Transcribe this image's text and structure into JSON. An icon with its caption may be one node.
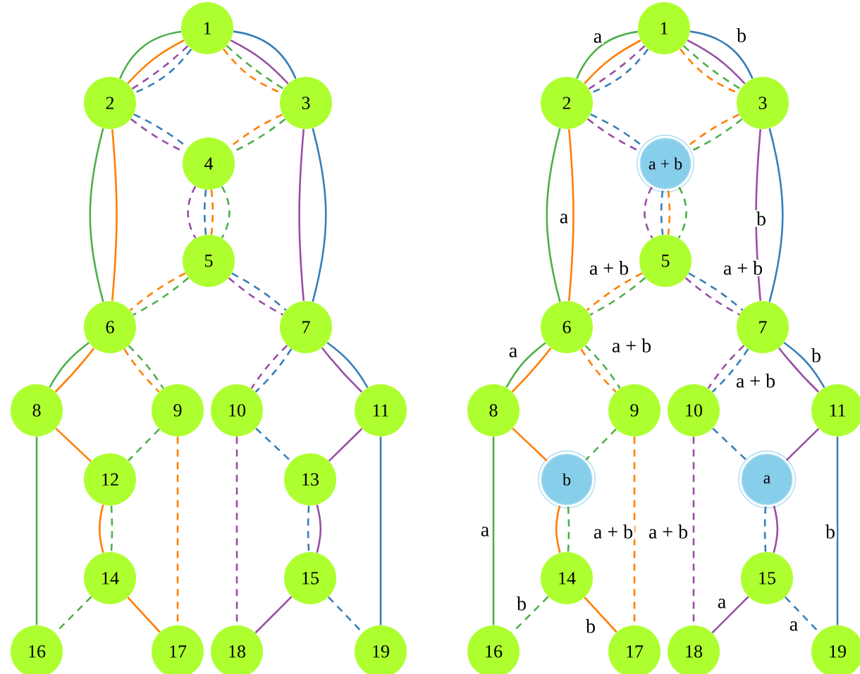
{
  "diagram": {
    "nodes": [
      {
        "text": [
          "1"
        ]
      },
      {
        "text": [
          "2"
        ]
      },
      {
        "text": [
          "3"
        ]
      },
      {
        "text": [
          "4"
        ]
      },
      {
        "text": [
          "5"
        ]
      },
      {
        "text": [
          "6"
        ]
      },
      {
        "text": [
          "7"
        ]
      },
      {
        "text": [
          "8"
        ]
      },
      {
        "text": [
          "9"
        ]
      },
      {
        "text": [
          "10"
        ]
      },
      {
        "text": [
          "11"
        ]
      },
      {
        "text": [
          "12"
        ]
      },
      {
        "text": [
          "13"
        ]
      },
      {
        "text": [
          "14"
        ]
      },
      {
        "text": [
          "15"
        ]
      },
      {
        "text": [
          "16"
        ]
      },
      {
        "text": [
          "17"
        ]
      },
      {
        "text": [
          "18"
        ]
      },
      {
        "text": [
          "19"
        ]
      },
      {
        "text": [
          "1"
        ]
      },
      {
        "text": [
          "2"
        ]
      },
      {
        "text": [
          "3"
        ]
      },
      {
        "text": [
          "a + b"
        ]
      },
      {
        "text": [
          "5"
        ]
      },
      {
        "text": [
          "6"
        ]
      },
      {
        "text": [
          "7"
        ]
      },
      {
        "text": [
          "8"
        ]
      },
      {
        "text": [
          "9"
        ]
      },
      {
        "text": [
          "10"
        ]
      },
      {
        "text": [
          "11"
        ]
      },
      {
        "text": [
          "b"
        ]
      },
      {
        "text": [
          "a"
        ]
      },
      {
        "text": [
          "14"
        ]
      },
      {
        "text": [
          "15"
        ]
      },
      {
        "text": [
          "16"
        ]
      },
      {
        "text": [
          "17"
        ]
      },
      {
        "text": [
          "18"
        ]
      },
      {
        "text": [
          "19"
        ]
      }
    ],
    "edges": [
      {
        "from": 0,
        "to": 1,
        "arrow": "none",
        "color": "#4daf4a"
      },
      {
        "from": 0,
        "to": 1,
        "arrow": "none",
        "color": "#ff7f00"
      },
      {
        "from": 0,
        "to": 1,
        "arrow": "none",
        "color": "#984ea3",
        "style": "dashed"
      },
      {
        "from": 0,
        "to": 1,
        "arrow": "none",
        "color": "#377eb8",
        "style": "dashed"
      },
      {
        "from": 0,
        "to": 2,
        "arrow": "none",
        "color": "#377eb8"
      },
      {
        "from": 0,
        "to": 2,
        "arrow": "none",
        "color": "#984ea3"
      },
      {
        "from": 0,
        "to": 2,
        "arrow": "none",
        "color": "#4daf4a",
        "style": "dashed"
      },
      {
        "from": 0,
        "to": 2,
        "arrow": "none",
        "color": "#ff7f00",
        "style": "dashed"
      },
      {
        "from": 1,
        "to": 3,
        "arrow": "none",
        "color": "#377eb8",
        "style": "dashed"
      },
      {
        "from": 1,
        "to": 3,
        "arrow": "none",
        "color": "#984ea3",
        "style": "dashed"
      },
      {
        "from": 2,
        "to": 3,
        "arrow": "none",
        "color": "#ff7f00",
        "style": "dashed"
      },
      {
        "from": 2,
        "to": 3,
        "arrow": "none",
        "color": "#4daf4a",
        "style": "dashed"
      },
      {
        "from": 3,
        "to": 4,
        "arrow": "none",
        "color": "#984ea3",
        "style": "dashed"
      },
      {
        "from": 3,
        "to": 4,
        "arrow": "none",
        "color": "#377eb8",
        "style": "dashed"
      },
      {
        "from": 3,
        "to": 4,
        "arrow": "none",
        "color": "#ff7f00",
        "style": "dashed"
      },
      {
        "from": 3,
        "to": 4,
        "arrow": "none",
        "color": "#4daf4a",
        "style": "dashed"
      },
      {
        "from": 1,
        "to": 5,
        "arrow": "none",
        "color": "#4daf4a"
      },
      {
        "from": 1,
        "to": 5,
        "arrow": "none",
        "color": "#ff7f00"
      },
      {
        "from": 2,
        "to": 6,
        "arrow": "none",
        "color": "#984ea3"
      },
      {
        "from": 2,
        "to": 6,
        "arrow": "none",
        "color": "#377eb8"
      },
      {
        "from": 4,
        "to": 5,
        "arrow": "none",
        "color": "#ff7f00",
        "style": "dashed"
      },
      {
        "from": 4,
        "to": 5,
        "arrow": "none",
        "color": "#4daf4a",
        "style": "dashed"
      },
      {
        "from": 4,
        "to": 6,
        "arrow": "none",
        "color": "#377eb8",
        "style": "dashed"
      },
      {
        "from": 4,
        "to": 6,
        "arrow": "none",
        "color": "#984ea3",
        "style": "dashed"
      },
      {
        "from": 5,
        "to": 7,
        "arrow": "none",
        "color": "#4daf4a"
      },
      {
        "from": 5,
        "to": 7,
        "arrow": "none",
        "color": "#ff7f00"
      },
      {
        "from": 5,
        "to": 8,
        "arrow": "none",
        "color": "#4daf4a",
        "style": "dashed"
      },
      {
        "from": 5,
        "to": 8,
        "arrow": "none",
        "color": "#ff7f00",
        "style": "dashed"
      },
      {
        "from": 6,
        "to": 9,
        "arrow": "none",
        "color": "#984ea3",
        "style": "dashed"
      },
      {
        "from": 6,
        "to": 9,
        "arrow": "none",
        "color": "#377eb8",
        "style": "dashed"
      },
      {
        "from": 6,
        "to": 10,
        "arrow": "none",
        "color": "#377eb8"
      },
      {
        "from": 6,
        "to": 10,
        "arrow": "none",
        "color": "#984ea3"
      },
      {
        "from": 7,
        "to": 11,
        "arrow": "none",
        "color": "#ff7f00"
      },
      {
        "from": 7,
        "to": 15,
        "arrow": "none",
        "color": "#4daf4a"
      },
      {
        "from": 8,
        "to": 11,
        "arrow": "none",
        "color": "#4daf4a",
        "style": "dashed"
      },
      {
        "from": 8,
        "to": 16,
        "arrow": "none",
        "color": "#ff7f00",
        "style": "dashed"
      },
      {
        "from": 9,
        "to": 12,
        "arrow": "none",
        "color": "#377eb8",
        "style": "dashed"
      },
      {
        "from": 9,
        "to": 17,
        "arrow": "none",
        "color": "#984ea3",
        "style": "dashed"
      },
      {
        "from": 10,
        "to": 12,
        "arrow": "none",
        "color": "#984ea3"
      },
      {
        "from": 10,
        "to": 18,
        "arrow": "none",
        "color": "#377eb8"
      },
      {
        "from": 11,
        "to": 13,
        "arrow": "none",
        "color": "#ff7f00"
      },
      {
        "from": 11,
        "to": 13,
        "arrow": "none",
        "color": "#4daf4a",
        "style": "dashed"
      },
      {
        "from": 12,
        "to": 14,
        "arrow": "none",
        "color": "#377eb8",
        "style": "dashed"
      },
      {
        "from": 12,
        "to": 14,
        "arrow": "none",
        "color": "#984ea3"
      },
      {
        "from": 13,
        "to": 15,
        "arrow": "none",
        "color": "#4daf4a",
        "style": "dashed"
      },
      {
        "from": 13,
        "to": 16,
        "arrow": "none",
        "color": "#ff7f00"
      },
      {
        "from": 14,
        "to": 17,
        "arrow": "none",
        "color": "#984ea3"
      },
      {
        "from": 14,
        "to": 18,
        "arrow": "none",
        "color": "#377eb8",
        "style": "dashed"
      },
      {
        "from": 19,
        "to": 20,
        "arrow": "none",
        "color": "#4daf4a",
        "label": "a"
      },
      {
        "from": 19,
        "to": 20,
        "arrow": "none",
        "color": "#ff7f00"
      },
      {
        "from": 19,
        "to": 20,
        "arrow": "none",
        "color": "#984ea3",
        "style": "dashed"
      },
      {
        "from": 19,
        "to": 20,
        "arrow": "none",
        "color": "#377eb8",
        "style": "dashed"
      },
      {
        "from": 19,
        "to": 21,
        "arrow": "none",
        "color": "#377eb8",
        "label": "b"
      },
      {
        "from": 19,
        "to": 21,
        "arrow": "none",
        "color": "#984ea3"
      },
      {
        "from": 19,
        "to": 21,
        "arrow": "none",
        "color": "#4daf4a",
        "style": "dashed"
      },
      {
        "from": 19,
        "to": 21,
        "arrow": "none",
        "color": "#ff7f00",
        "style": "dashed"
      },
      {
        "from": 20,
        "to": 22,
        "arrow": "none",
        "color": "#377eb8",
        "style": "dashed"
      },
      {
        "from": 20,
        "to": 22,
        "arrow": "none",
        "color": "#984ea3",
        "style": "dashed"
      },
      {
        "from": 21,
        "to": 22,
        "arrow": "none",
        "color": "#ff7f00",
        "style": "dashed"
      },
      {
        "from": 21,
        "to": 22,
        "arrow": "none",
        "color": "#4daf4a",
        "style": "dashed"
      },
      {
        "from": 22,
        "to": 23,
        "arrow": "none",
        "color": "#984ea3",
        "style": "dashed"
      },
      {
        "from": 22,
        "to": 23,
        "arrow": "none",
        "color": "#377eb8",
        "style": "dashed"
      },
      {
        "from": 22,
        "to": 23,
        "arrow": "none",
        "color": "#ff7f00",
        "style": "dashed"
      },
      {
        "from": 22,
        "to": 23,
        "arrow": "none",
        "color": "#4daf4a",
        "style": "dashed"
      },
      {
        "from": 20,
        "to": 24,
        "arrow": "none",
        "color": "#4daf4a",
        "label": "a"
      },
      {
        "from": 20,
        "to": 24,
        "arrow": "none",
        "color": "#ff7f00"
      },
      {
        "from": 21,
        "to": 25,
        "arrow": "none",
        "color": "#984ea3",
        "label": "b"
      },
      {
        "from": 21,
        "to": 25,
        "arrow": "none",
        "color": "#377eb8"
      },
      {
        "from": 23,
        "to": 24,
        "arrow": "none",
        "color": "#ff7f00",
        "style": "dashed",
        "label": "a + b"
      },
      {
        "from": 23,
        "to": 24,
        "arrow": "none",
        "color": "#4daf4a",
        "style": "dashed"
      },
      {
        "from": 23,
        "to": 25,
        "arrow": "none",
        "color": "#377eb8",
        "style": "dashed",
        "label": "a + b"
      },
      {
        "from": 23,
        "to": 25,
        "arrow": "none",
        "color": "#984ea3",
        "style": "dashed"
      },
      {
        "from": 24,
        "to": 26,
        "arrow": "none",
        "color": "#4daf4a",
        "label": "a"
      },
      {
        "from": 24,
        "to": 26,
        "arrow": "none",
        "color": "#ff7f00"
      },
      {
        "from": 24,
        "to": 27,
        "arrow": "none",
        "color": "#4daf4a",
        "style": "dashed",
        "label": "a + b"
      },
      {
        "from": 24,
        "to": 27,
        "arrow": "none",
        "color": "#ff7f00",
        "style": "dashed"
      },
      {
        "from": 25,
        "to": 28,
        "arrow": "none",
        "color": "#984ea3",
        "style": "dashed"
      },
      {
        "from": 25,
        "to": 28,
        "arrow": "none",
        "color": "#377eb8",
        "style": "dashed",
        "label": "a + b"
      },
      {
        "from": 25,
        "to": 29,
        "arrow": "none",
        "color": "#377eb8",
        "label": "b"
      },
      {
        "from": 25,
        "to": 29,
        "arrow": "none",
        "color": "#984ea3"
      },
      {
        "from": 26,
        "to": 30,
        "arrow": "none",
        "color": "#ff7f00"
      },
      {
        "from": 26,
        "to": 34,
        "arrow": "none",
        "color": "#4daf4a",
        "label": "a"
      },
      {
        "from": 27,
        "to": 30,
        "arrow": "none",
        "color": "#4daf4a",
        "style": "dashed"
      },
      {
        "from": 27,
        "to": 35,
        "arrow": "none",
        "color": "#ff7f00",
        "style": "dashed",
        "label": "a + b"
      },
      {
        "from": 28,
        "to": 31,
        "arrow": "none",
        "color": "#377eb8",
        "style": "dashed"
      },
      {
        "from": 28,
        "to": 36,
        "arrow": "none",
        "color": "#984ea3",
        "style": "dashed",
        "label": "a + b"
      },
      {
        "from": 29,
        "to": 31,
        "arrow": "none",
        "color": "#984ea3"
      },
      {
        "from": 29,
        "to": 37,
        "arrow": "none",
        "color": "#377eb8",
        "label": "b"
      },
      {
        "from": 30,
        "to": 32,
        "arrow": "none",
        "color": "#ff7f00"
      },
      {
        "from": 30,
        "to": 32,
        "arrow": "none",
        "color": "#4daf4a",
        "style": "dashed"
      },
      {
        "from": 31,
        "to": 33,
        "arrow": "none",
        "color": "#377eb8",
        "style": "dashed"
      },
      {
        "from": 31,
        "to": 33,
        "arrow": "none",
        "color": "#984ea3"
      },
      {
        "from": 32,
        "to": 34,
        "arrow": "none",
        "color": "#4daf4a",
        "style": "dashed",
        "label": "b"
      },
      {
        "from": 32,
        "to": 35,
        "arrow": "none",
        "color": "#ff7f00",
        "label": "b"
      },
      {
        "from": 33,
        "to": 36,
        "arrow": "none",
        "color": "#984ea3",
        "label": "a"
      },
      {
        "from": 33,
        "to": 37,
        "arrow": "none",
        "color": "#377eb8",
        "style": "dashed",
        "label": "a"
      }
    ]
  }
}
